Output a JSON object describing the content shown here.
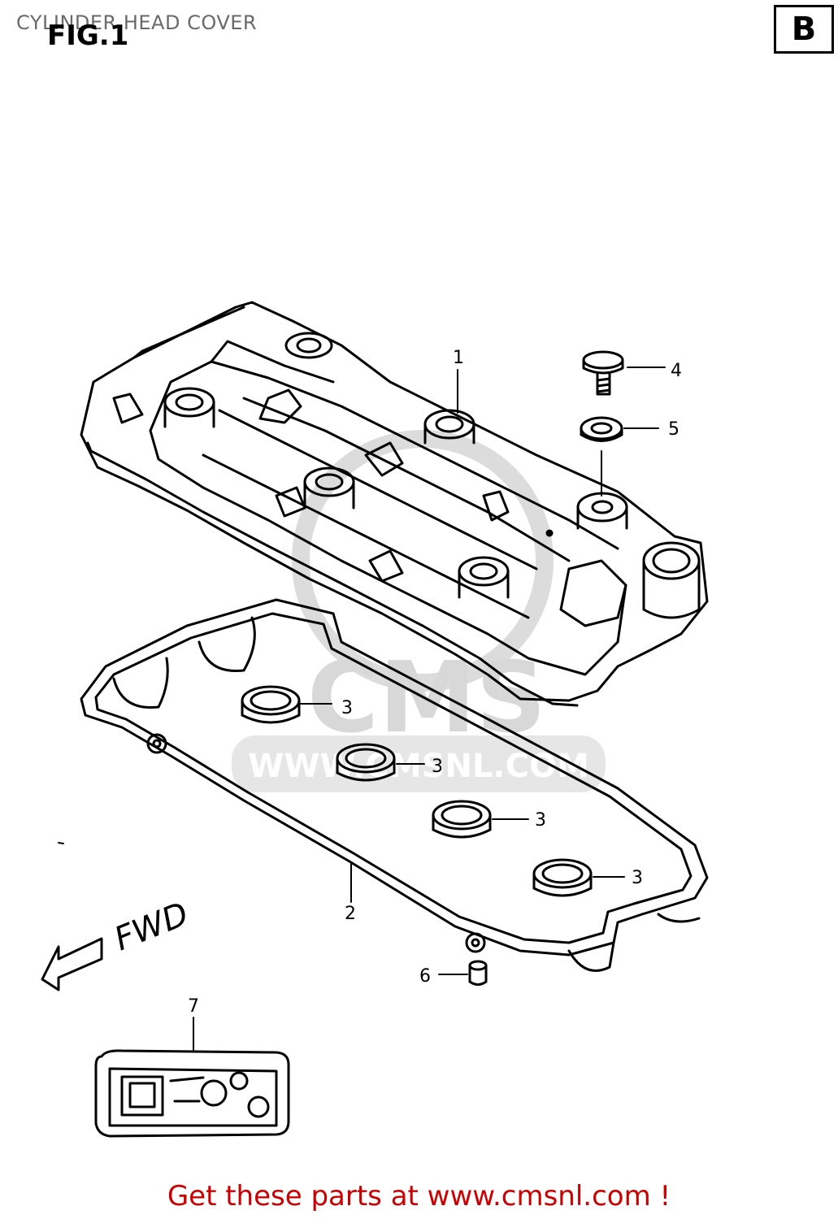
{
  "header": {
    "title": "CYLINDER HEAD COVER",
    "figure_label": "FIG.1",
    "variant_badge": "B"
  },
  "diagram": {
    "direction_label": "FWD",
    "callouts": [
      {
        "number": "1"
      },
      {
        "number": "2"
      },
      {
        "number": "3"
      },
      {
        "number": "3"
      },
      {
        "number": "3"
      },
      {
        "number": "3"
      },
      {
        "number": "4"
      },
      {
        "number": "5"
      },
      {
        "number": "6"
      },
      {
        "number": "7"
      }
    ],
    "watermark": {
      "line1": "CMS",
      "line2": "WWW.CMSNL.COM"
    }
  },
  "footer": {
    "link_text": "Get these parts at www.cmsnl.com !"
  },
  "colors": {
    "line": "#000000",
    "footer_text": "#cc0000",
    "watermark": "#d8d8d8",
    "background": "#ffffff"
  }
}
